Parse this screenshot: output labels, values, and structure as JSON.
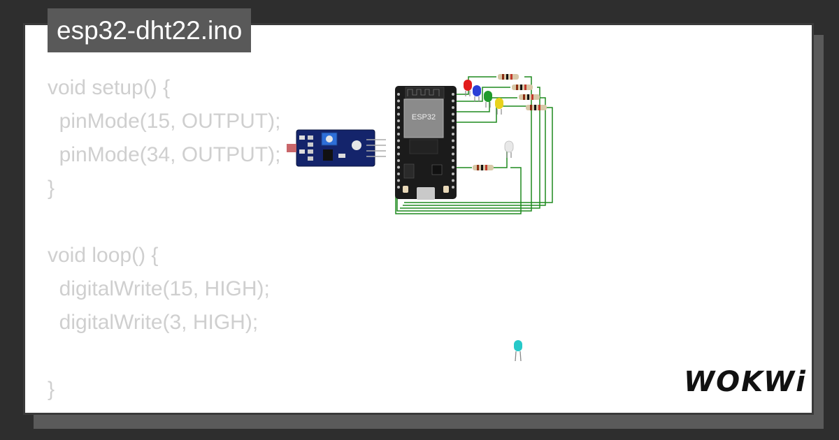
{
  "title": "esp32-dht22.ino",
  "code": {
    "lines": [
      "void setup() {",
      "  pinMode(15, OUTPUT);",
      "  pinMode(34, OUTPUT);",
      "}",
      "",
      "void loop() {",
      "  digitalWrite(15, HIGH);",
      "  digitalWrite(3, HIGH);",
      "",
      "}"
    ]
  },
  "diagram": {
    "board_label": "ESP32",
    "led_colors": [
      "#e21b1b",
      "#2b3fd6",
      "#1f9a2b",
      "#e8d21d",
      "#e8e8e8"
    ],
    "loose_led_color": "#27c9c9"
  },
  "logo": {
    "text": "WOKWi"
  },
  "colors": {
    "background": "#2e2e2e",
    "card": "#ffffff",
    "title_tab": "#595959",
    "code_text": "#cfcfcf",
    "wire": "#1f8a1f"
  }
}
